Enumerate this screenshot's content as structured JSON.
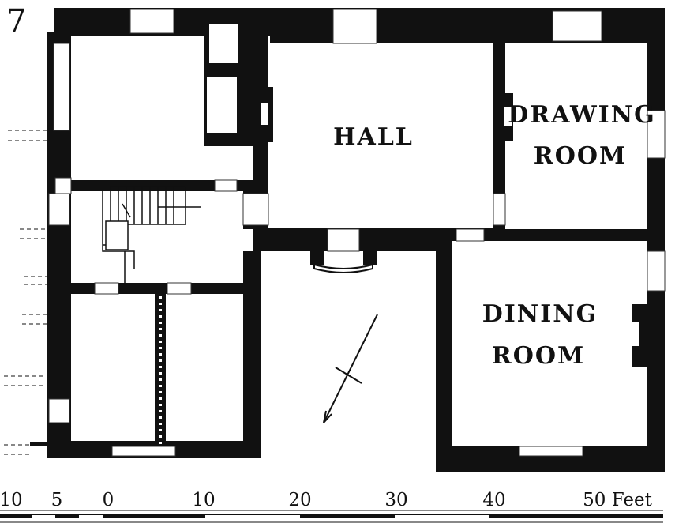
{
  "figure_number": "7",
  "rooms": {
    "hall": "HALL",
    "drawing_room": {
      "line1": "DRAWING",
      "line2": "ROOM"
    },
    "dining_room": {
      "line1": "DINING",
      "line2": "ROOM"
    }
  },
  "scale": {
    "ticks": [
      "10",
      "5",
      "0",
      "10",
      "20",
      "30",
      "40",
      "50 Feet"
    ]
  },
  "colors": {
    "wall": "#111111",
    "paper": "#ffffff"
  }
}
